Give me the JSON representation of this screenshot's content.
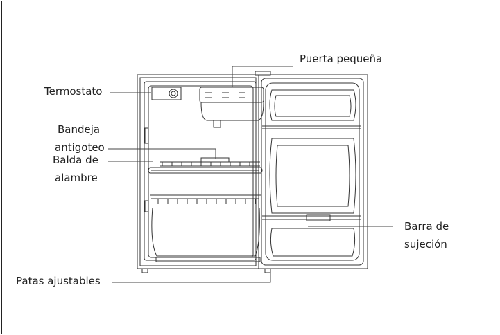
{
  "labels": {
    "puerta_pequena": "Puerta pequeña",
    "termostato": "Termostato",
    "bandeja_line1": "Bandeja",
    "bandeja_line2": "antigoteo",
    "balda_line1": "Balda de",
    "balda_line2": "alambre",
    "barra_line1": "Barra de",
    "barra_line2": "sujeción",
    "patas": "Patas ajustables"
  },
  "colors": {
    "line": "#333333",
    "leader": "#444444",
    "background": "#ffffff"
  }
}
